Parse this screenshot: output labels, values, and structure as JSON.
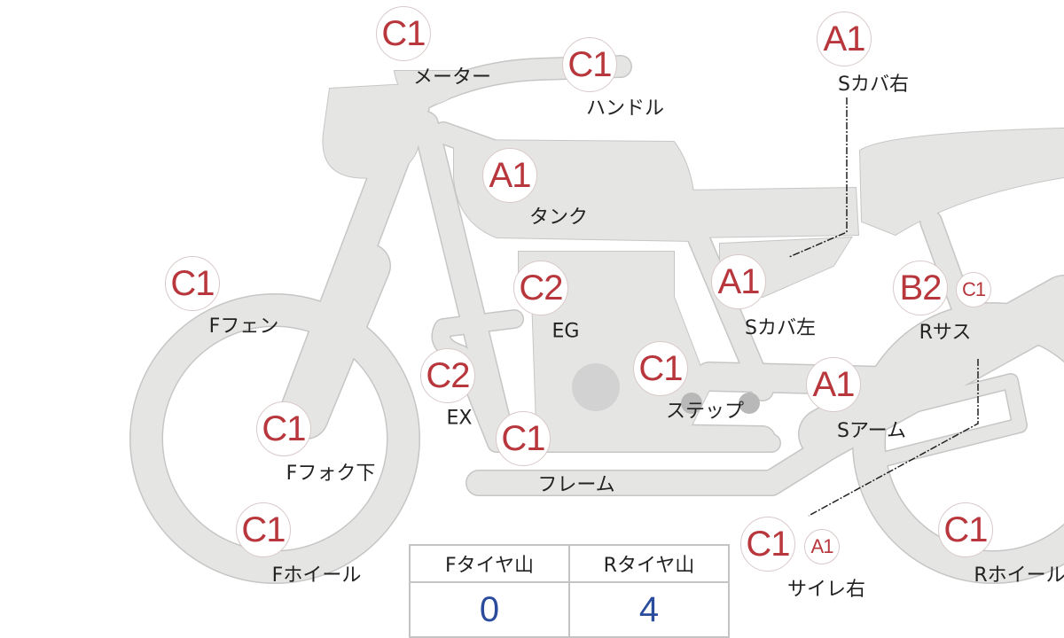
{
  "parts": {
    "meter": {
      "grade": "C1",
      "label": "メーター"
    },
    "handle": {
      "grade": "C1",
      "label": "ハンドル"
    },
    "side_cover_right": {
      "grade": "A1",
      "label": "Sカバ右"
    },
    "tank": {
      "grade": "A1",
      "label": "タンク"
    },
    "front_fender": {
      "grade": "C1",
      "label": "Fフェン"
    },
    "engine": {
      "grade": "C2",
      "label": "EG"
    },
    "side_cover_left": {
      "grade": "A1",
      "label": "Sカバ左"
    },
    "rear_suspension": {
      "grade": "B2",
      "grade2": "C1",
      "label": "Rサス"
    },
    "exhaust": {
      "grade": "C2",
      "label": "EX"
    },
    "step": {
      "grade": "C1",
      "label": "ステップ"
    },
    "swing_arm": {
      "grade": "A1",
      "label": "Sアーム"
    },
    "front_fork_lower": {
      "grade": "C1",
      "label": "Fフォク下"
    },
    "frame": {
      "grade": "C1",
      "label": "フレーム"
    },
    "front_wheel": {
      "grade": "C1",
      "label": "Fホイール"
    },
    "silencer_right": {
      "grade": "C1",
      "grade2": "A1",
      "label": "サイレ右"
    },
    "rear_wheel": {
      "grade": "C1",
      "label": "Rホイール"
    }
  },
  "tyre_table": {
    "front_header": "Fタイヤ山",
    "rear_header": "Rタイヤ山",
    "front_value": "0",
    "rear_value": "4"
  },
  "colors": {
    "part_fill": "#e5e5e3",
    "part_outline": "#c6c6c6",
    "grade": "#b8373d",
    "value": "#2b4b9c"
  }
}
